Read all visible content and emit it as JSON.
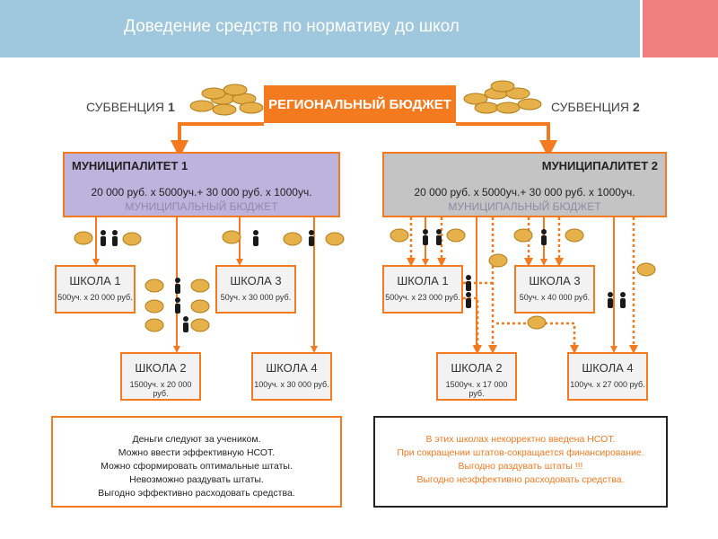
{
  "slide": {
    "title": "Доведение средств по нормативу до школ"
  },
  "budget": {
    "label": "РЕГИОНАЛЬНЫЙ БЮДЖЕТ"
  },
  "subventions": {
    "left": "СУБВЕНЦИЯ",
    "left_num": "1",
    "right": "СУБВЕНЦИЯ",
    "right_num": "2"
  },
  "municipality1": {
    "title": "МУНИЦИПАЛИТЕТ 1",
    "formula": "20 000 руб. x 5000уч.+ 30 000 руб. x 1000уч.",
    "budget": "МУНИЦИПАЛЬНЫЙ БЮДЖЕТ"
  },
  "municipality2": {
    "title": "МУНИЦИПАЛИТЕТ 2",
    "formula": "20 000 руб. x 5000уч.+ 30 000 руб. x 1000уч.",
    "budget": "МУНИЦИПАЛЬНЫЙ БЮДЖЕТ"
  },
  "schools1": {
    "s1": {
      "name": "ШКОЛА 1",
      "detail": "500уч. x 20 000 руб."
    },
    "s2": {
      "name": "ШКОЛА 2",
      "detail": "1500уч. x 20 000 руб."
    },
    "s3": {
      "name": "ШКОЛА 3",
      "detail": "50уч. x 30 000 руб."
    },
    "s4": {
      "name": "ШКОЛА 4",
      "detail": "100уч. x 30 000 руб."
    }
  },
  "schools2": {
    "s1": {
      "name": "ШКОЛА 1",
      "detail": "500уч. x 23 000 руб."
    },
    "s2": {
      "name": "ШКОЛА 2",
      "detail": "1500уч. x 17 000 руб."
    },
    "s3": {
      "name": "ШКОЛА 3",
      "detail": "50уч. x 40 000 руб."
    },
    "s4": {
      "name": "ШКОЛА 4",
      "detail": "100уч. x 27 000 руб."
    }
  },
  "note1": {
    "lines": [
      "Деньги следуют за учеником.",
      "Можно ввести эффективную НСОТ.",
      "Можно сформировать оптимальные штаты.",
      "Невозможно раздувать штаты.",
      "Выгодно эффективно расходовать средства."
    ]
  },
  "note2": {
    "lines": [
      "В этих школах некорректно введена НСОТ.",
      "При сокращении штатов-сокращается финансирование.",
      "Выгодно раздувать штаты !!!",
      "Выгодно неэффективно расходовать средства."
    ]
  },
  "colors": {
    "arrow": "#f47a20",
    "coin": "#e8b64a",
    "header": "#9fc7de",
    "accent": "#f08080"
  },
  "icons": {
    "coin": "coin-icon",
    "person": "person-icon"
  }
}
